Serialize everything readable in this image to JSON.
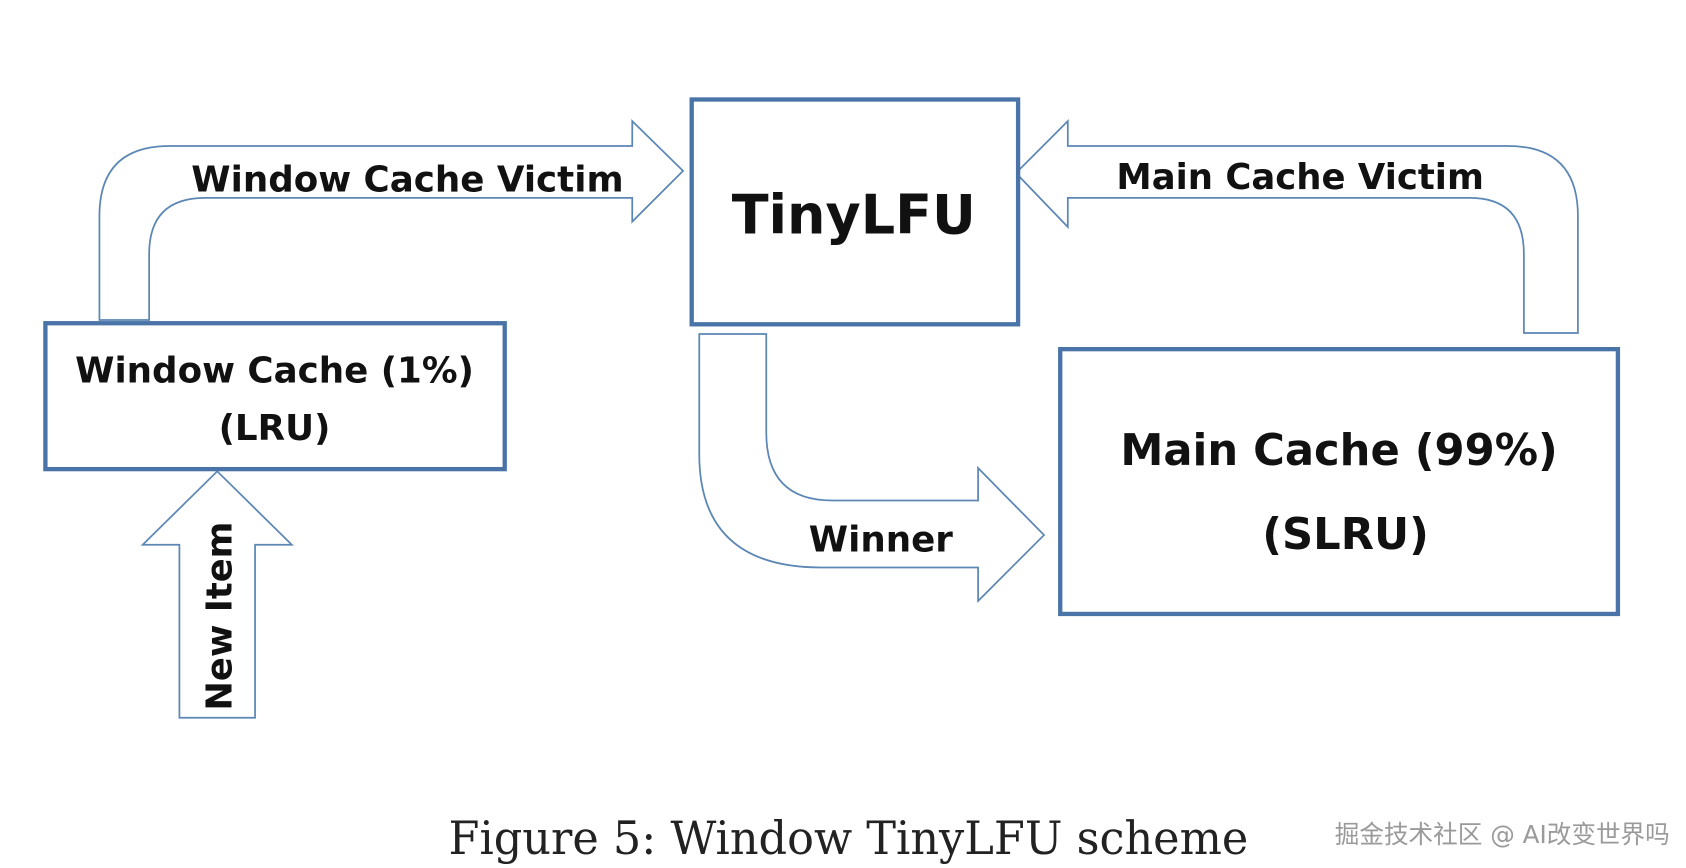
{
  "colors": {
    "box_stroke": "#4a74a8",
    "arrow_stroke": "#5b86b5",
    "text": "#111111"
  },
  "nodes": {
    "tinylfu": "TinyLFU",
    "window_cache": {
      "line1": "Window Cache (1%)",
      "line2": "(LRU)"
    },
    "main_cache": {
      "line1": "Main Cache (99%)",
      "line2": "(SLRU)"
    }
  },
  "arrows": {
    "window_victim": "Window Cache Victim",
    "main_victim": "Main Cache Victim",
    "winner": "Winner",
    "new_item": "New Item"
  },
  "caption": "Figure 5: Window TinyLFU scheme",
  "watermark": "掘金技术社区 @ AI改变世界吗"
}
